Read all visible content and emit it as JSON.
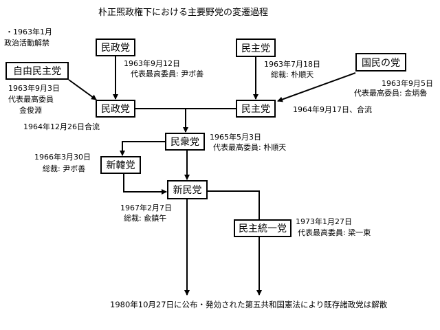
{
  "title": "朴正煕政権下における主要野党の変遷過程",
  "notes": {
    "ban_date": "・1963年1月",
    "ban_text": "政治活動解禁",
    "final": "1980年10月27日に公布・発効された第五共和国憲法により既存諸政党は解散"
  },
  "parties": {
    "minjeong_orig": {
      "name": "民政党",
      "date": "1963年9月12日",
      "leader": "代表最高委員: 尹ボ善"
    },
    "jayu": {
      "name": "自由民主党",
      "date": "1963年9月3日",
      "leader_title": "代表最高委員",
      "leader": "金俊淵"
    },
    "minjeong": {
      "name": "民政党",
      "merge": "1964年12月26日合流"
    },
    "minju_orig": {
      "name": "民主党",
      "date": "1963年7月18日",
      "leader": "総裁: 朴順天"
    },
    "kokumin": {
      "name": "国民の党",
      "date": "1963年9月5日",
      "leader": "代表最高委員: 金炳魯"
    },
    "minju": {
      "name": "民主党",
      "merge": "1964年9月17日、合流"
    },
    "minjung": {
      "name": "民衆党",
      "date": "1965年5月3日",
      "leader": "代表最高委員: 朴順天"
    },
    "shinkan": {
      "name": "新韓党",
      "date": "1966年3月30日",
      "leader": "総裁: 尹ボ善"
    },
    "shinmin": {
      "name": "新民党",
      "date": "1967年2月7日",
      "leader": "総裁: 兪鎮午"
    },
    "minju_toitsu": {
      "name": "民主統一党",
      "date": "1973年1月27日",
      "leader": "代表最高委員: 梁一東"
    }
  }
}
